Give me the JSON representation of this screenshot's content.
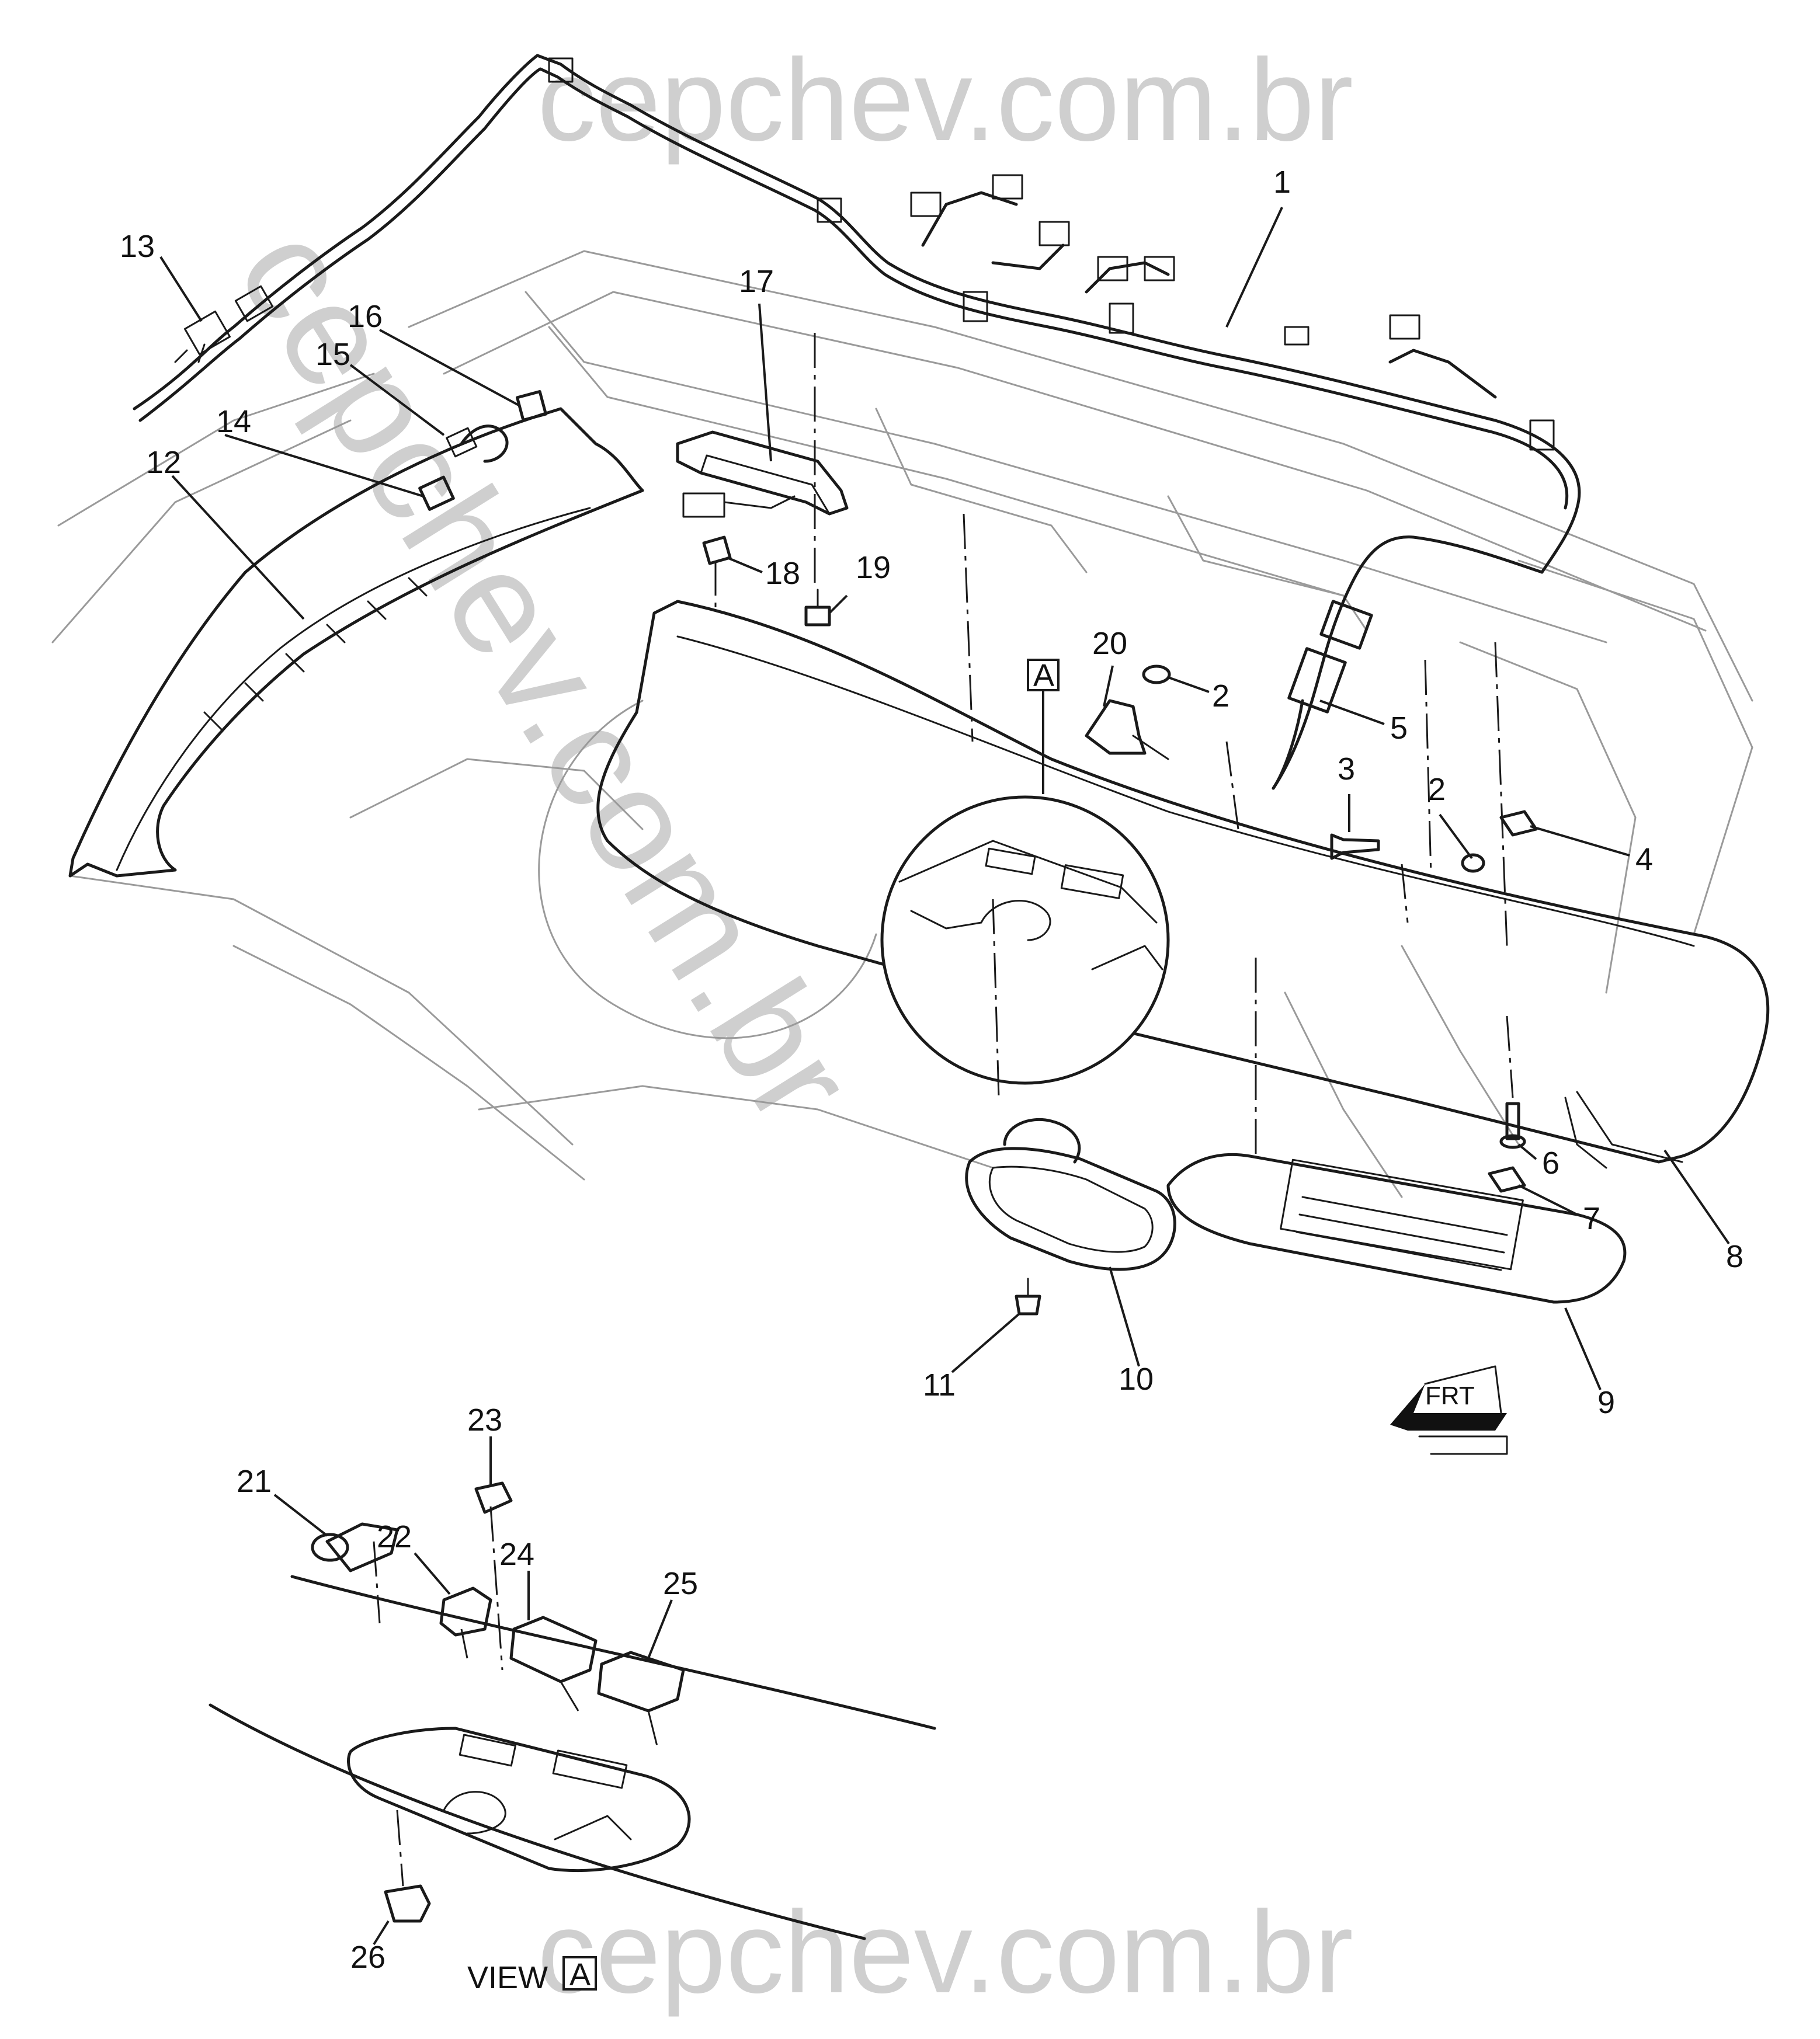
{
  "watermarks": {
    "top": "cepchev.com.br",
    "diagonal": "cepchev.com.br",
    "bottom": "cepchev.com.br"
  },
  "callouts": {
    "c1": "1",
    "c2a": "2",
    "c2b": "2",
    "c3": "3",
    "c4": "4",
    "c5": "5",
    "c6": "6",
    "c7": "7",
    "c8": "8",
    "c9": "9",
    "c10": "10",
    "c11": "11",
    "c12": "12",
    "c13": "13",
    "c14": "14",
    "c15": "15",
    "c16": "16",
    "c17": "17",
    "c18": "18",
    "c19": "19",
    "c20": "20",
    "c21": "21",
    "c22": "22",
    "c23": "23",
    "c24": "24",
    "c25": "25",
    "c26": "26"
  },
  "view_marker": {
    "box_letter": "A",
    "caption_word": "VIEW",
    "caption_letter": "A"
  },
  "direction_arrow": {
    "label": "FRT"
  }
}
